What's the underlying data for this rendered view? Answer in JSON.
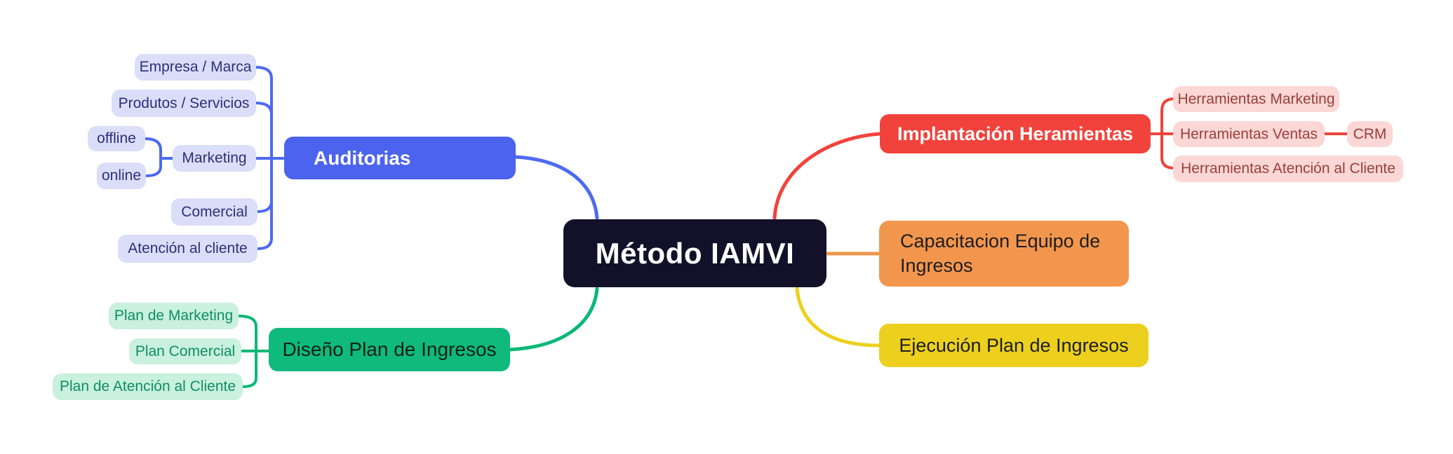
{
  "central": {
    "label": "Método IAMVI",
    "bg": "#131129",
    "text_color": "#ffffff"
  },
  "branches": {
    "auditorias": {
      "label": "Auditorias",
      "color": "#4c63ee",
      "pill_bg": "#dadef8",
      "pill_text_color": "#2b3179",
      "children": {
        "empresa": {
          "label": "Empresa / Marca"
        },
        "produtos": {
          "label": "Produtos / Servicios"
        },
        "marketing": {
          "label": "Marketing",
          "children": {
            "offline": {
              "label": "offline"
            },
            "online": {
              "label": "online"
            }
          }
        },
        "comercial": {
          "label": "Comercial"
        },
        "atencion": {
          "label": "Atención al cliente"
        }
      }
    },
    "diseno": {
      "label": "Diseño Plan de Ingresos",
      "color": "#0fba7c",
      "pill_bg": "#c9f1dd",
      "pill_text_color": "#0f8f62",
      "children": {
        "plan_marketing": {
          "label": "Plan de Marketing"
        },
        "plan_comercial": {
          "label": "Plan Comercial"
        },
        "plan_atencion": {
          "label": "Plan de Atención al Cliente"
        }
      }
    },
    "implantacion": {
      "label": "Implantación Heramientas",
      "color": "#f2423c",
      "pill_bg": "#fbd7d5",
      "pill_text_color": "#993f3a",
      "children": {
        "h_marketing": {
          "label": "Herramientas Marketing"
        },
        "h_ventas": {
          "label": "Herramientas Ventas",
          "children": {
            "crm": {
              "label": "CRM"
            }
          }
        },
        "h_atencion": {
          "label": "Herramientas Atención al Cliente"
        }
      }
    },
    "capacitacion": {
      "label": "Capacitacion Equipo de Ingresos",
      "color": "#f2964e"
    },
    "ejecucion": {
      "label": "Ejecución Plan de Ingresos",
      "color": "#ecd01d"
    }
  }
}
